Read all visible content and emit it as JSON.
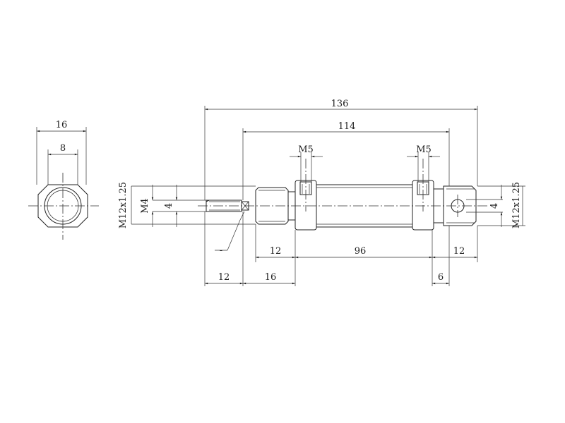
{
  "colors": {
    "line": "#222222",
    "background": "#ffffff"
  },
  "dimensions": {
    "overall_length": "136",
    "body_length": "114",
    "end_view_width": "16",
    "end_view_inner": "8",
    "port_left": "M5",
    "port_right": "M5",
    "rod_thread": "M12x1.25",
    "rod_thread_small": "M4",
    "rod_dia_left": "4",
    "mount_thread_right": "M12x1.25",
    "clevis_dia": "4",
    "nut_length": "12",
    "stroke_body": "96",
    "clevis_length": "12",
    "rod_extension": "12",
    "front_to_port": "16",
    "clevis_offset": "6",
    "leader_note": "-"
  }
}
